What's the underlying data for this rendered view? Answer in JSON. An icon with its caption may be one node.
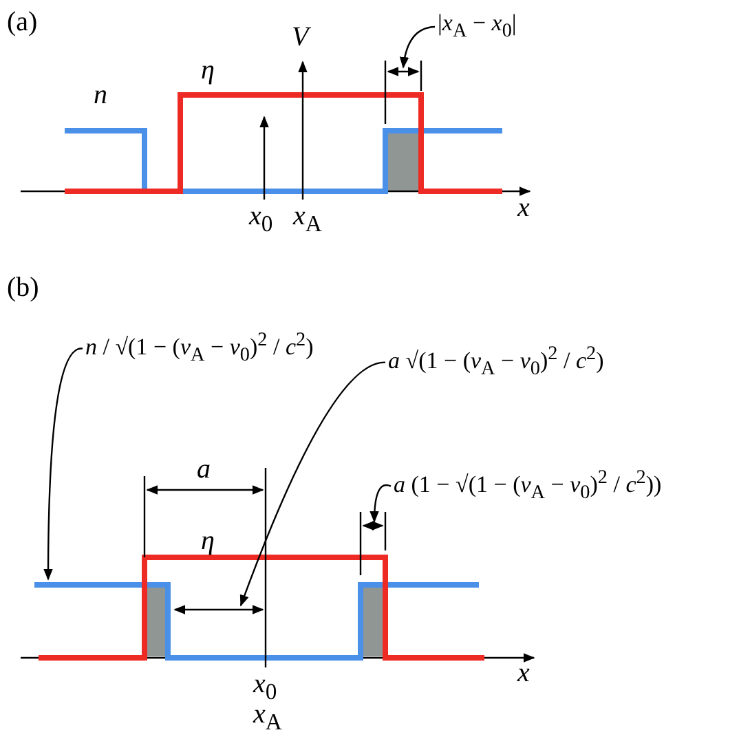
{
  "diagram": {
    "nodes": [
      {
        "text": [
          "|*x*$_{A}$ − *x*$_{0}$|"
        ]
      },
      {
        "text": [
          "*n* / √(1 − (*v*$_{A}$ − *v*$_{0}$)$^{2}$ / *c*$^{2}$)"
        ]
      },
      {
        "text": [
          "*a* √(1 − (*v*$_{A}$ − *v*$_{0}$)$^{2}$ / *c*$^{2}$)"
        ]
      },
      {
        "text": [
          "*a* (1 − √(1 − (*v*$_{A}$ − *v*$_{0}$)$^{2}$ / *c*$^{2}$))"
        ]
      }
    ],
    "edges": [
      {
        "from": 0,
        "to": null,
        "arrow": "to"
      },
      {
        "from": 1,
        "to": null,
        "arrow": "to"
      },
      {
        "from": 2,
        "to": null,
        "arrow": "to"
      },
      {
        "from": 3,
        "to": null,
        "arrow": "to"
      }
    ],
    "labels": [
      "(a)",
      "*V*",
      "*η*",
      "*n*",
      "*x*$_{0}$",
      "*x*$_{A}$",
      "*x*",
      "(b)",
      "*a*",
      "*η*",
      "*x*$_{0}$",
      "*x*$_{A}$",
      "*x*"
    ]
  }
}
